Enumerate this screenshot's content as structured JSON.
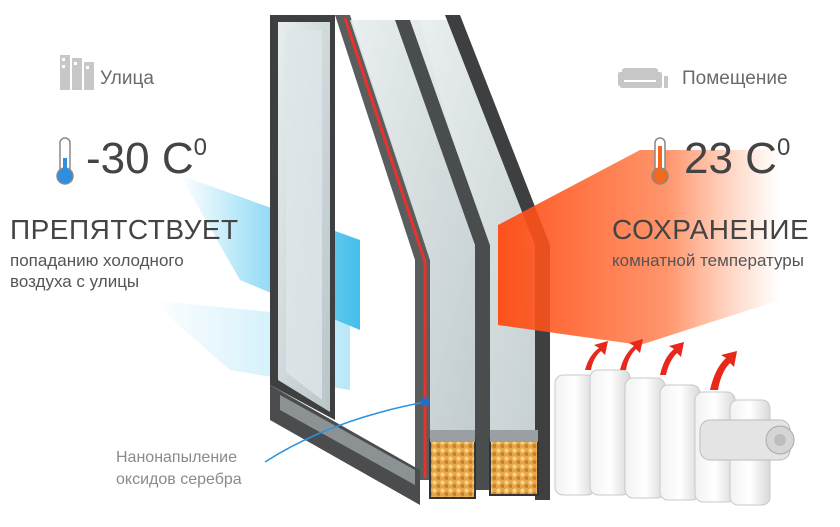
{
  "outside": {
    "icon": "building-icon",
    "label": "Улица",
    "temperature": "-30 С",
    "degree_mark": "0",
    "headline": "ПРЕПЯТСТВУЕТ",
    "description_line1": "попаданию холодного",
    "description_line2": "воздуха с улицы",
    "beam_color": "#4cc4ee"
  },
  "inside": {
    "icon": "sofa-icon",
    "label": "Помещение",
    "temperature": "23 С",
    "degree_mark": "0",
    "headline": "СОХРАНЕНИЕ",
    "description_line": "комнатной температуры",
    "beam_color": "#ff5a1f"
  },
  "coating_callout": {
    "line1": "Нанонапыление",
    "line2": "оксидов серебра",
    "coating_color": "#e8322c"
  }
}
